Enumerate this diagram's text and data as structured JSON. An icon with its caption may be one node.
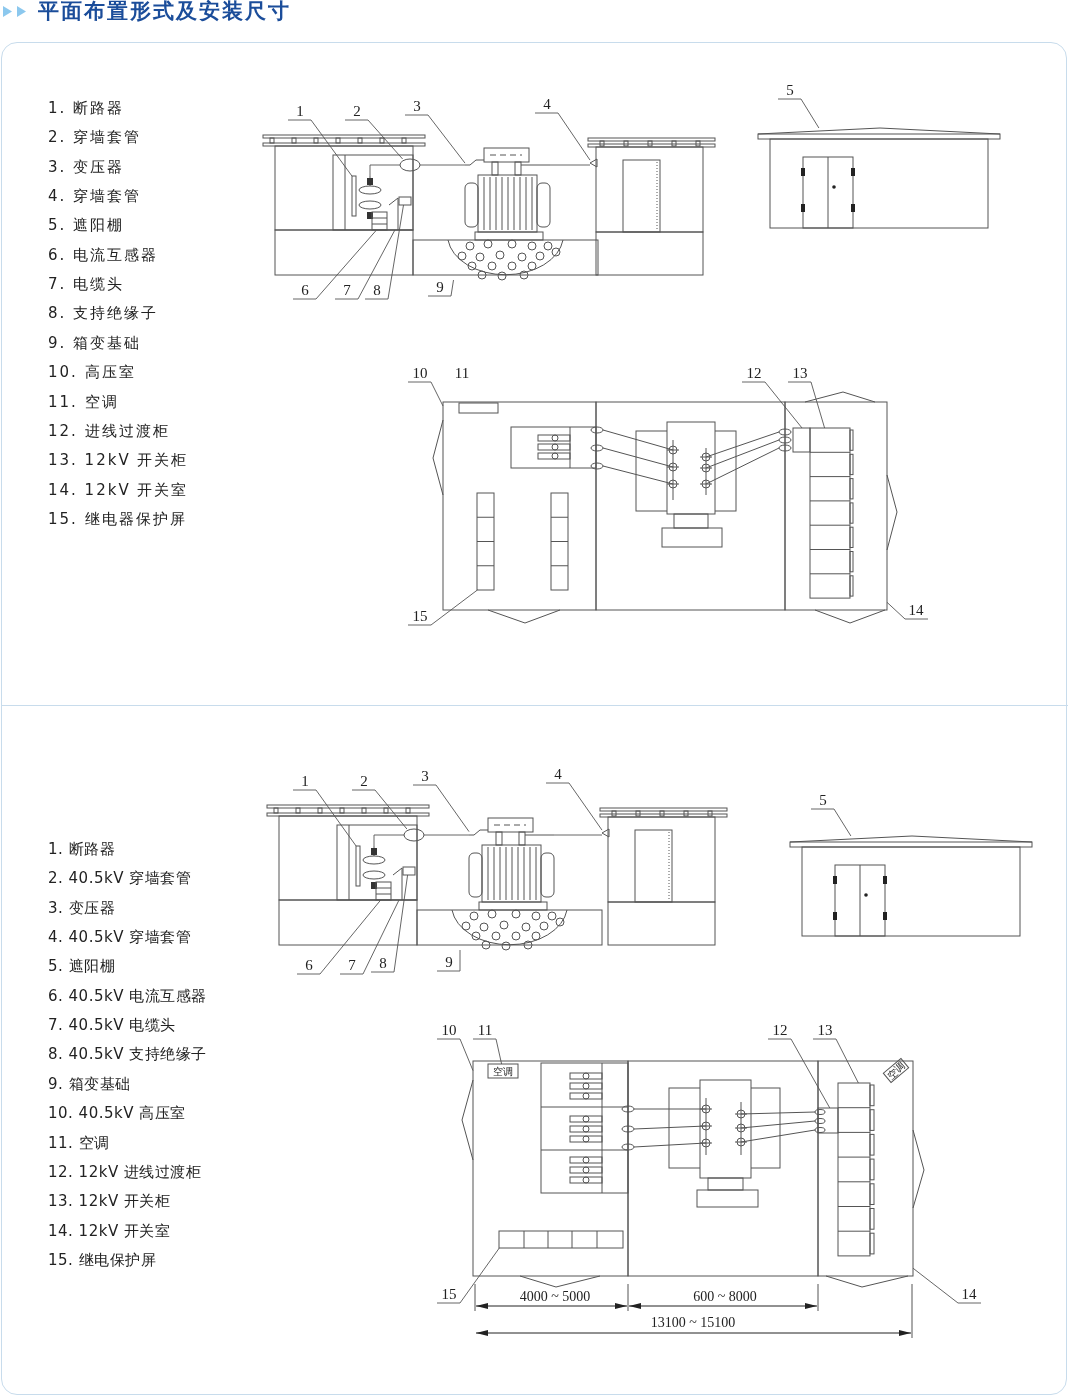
{
  "diagram": {
    "title": "平面布置形式及安装尺寸",
    "nodes": [
      {
        "text": [
          "1"
        ]
      },
      {
        "text": [
          "2"
        ]
      },
      {
        "text": [
          "3"
        ]
      },
      {
        "text": [
          "4"
        ]
      },
      {
        "text": [
          "5"
        ]
      },
      {
        "text": [
          "6"
        ]
      },
      {
        "text": [
          "7"
        ]
      },
      {
        "text": [
          "8"
        ]
      },
      {
        "text": [
          "9"
        ]
      },
      {
        "text": [
          "10"
        ]
      },
      {
        "text": [
          "12"
        ]
      },
      {
        "text": [
          "13"
        ]
      },
      {
        "text": [
          "15"
        ]
      },
      {
        "text": [
          "14"
        ]
      },
      {
        "text": [
          "1"
        ]
      },
      {
        "text": [
          "2"
        ]
      },
      {
        "text": [
          "3"
        ]
      },
      {
        "text": [
          "4"
        ]
      },
      {
        "text": [
          "5"
        ]
      },
      {
        "text": [
          "6"
        ]
      },
      {
        "text": [
          "7"
        ]
      },
      {
        "text": [
          "8"
        ]
      },
      {
        "text": [
          "9"
        ]
      },
      {
        "text": [
          "10"
        ]
      },
      {
        "text": [
          "11"
        ]
      },
      {
        "text": [
          "12"
        ]
      },
      {
        "text": [
          "13"
        ]
      },
      {
        "text": [
          "15"
        ]
      },
      {
        "text": [
          "14"
        ]
      },
      {
        "text": [],
        "shape": "picture"
      },
      {
        "text": [],
        "shape": "circle"
      },
      {
        "text": [],
        "shape": "picture"
      },
      {
        "text": [],
        "shape": "picture"
      },
      {
        "text": [],
        "shape": "picture"
      },
      {
        "text": [],
        "shape": "picture"
      },
      {
        "text": [],
        "shape": "picture"
      },
      {
        "text": [],
        "shape": "box"
      },
      {
        "text": [],
        "shape": "picture"
      },
      {
        "text": [],
        "shape": "box"
      },
      {
        "text": [],
        "shape": "picture",
        "in": 38
      },
      {
        "text": [],
        "shape": "box"
      },
      {
        "text": [],
        "shape": "box",
        "in": 40
      },
      {
        "text": [],
        "shape": "picture",
        "in": 40
      },
      {
        "text": [],
        "shape": "picture"
      },
      {
        "text": [],
        "shape": "circle"
      },
      {
        "text": [],
        "shape": "picture"
      },
      {
        "text": [],
        "shape": "picture"
      },
      {
        "text": [],
        "shape": "picture"
      },
      {
        "text": [],
        "shape": "picture"
      },
      {
        "text": [],
        "shape": "picture"
      },
      {
        "text": [],
        "shape": "box"
      },
      {
        "text": [],
        "shape": "picture"
      },
      {
        "text": [],
        "shape": "box"
      },
      {
        "text": [
          "空调"
        ],
        "in": 52
      },
      {
        "text": [],
        "shape": "picture",
        "in": 52
      },
      {
        "text": [],
        "shape": "box"
      },
      {
        "text": [],
        "shape": "box",
        "in": 55
      },
      {
        "text": [],
        "shape": "picture",
        "in": 55
      }
    ],
    "edges": [
      {
        "from": 0,
        "to": 29,
        "arrow": "none"
      },
      {
        "from": 1,
        "to": 30,
        "arrow": "none"
      },
      {
        "from": 2,
        "to": 31,
        "arrow": "none"
      },
      {
        "from": 3,
        "to": 32,
        "arrow": "none"
      },
      {
        "from": 4,
        "to": 33,
        "arrow": "none"
      },
      {
        "from": 5,
        "to": 34,
        "arrow": "none"
      },
      {
        "from": 6,
        "to": 35,
        "arrow": "none"
      },
      {
        "from": 7,
        "to": 36,
        "arrow": "none"
      },
      {
        "from": 8,
        "to": 37,
        "arrow": "none"
      },
      {
        "from": 9,
        "to": 38,
        "arrow": "none"
      },
      {
        "from": 10,
        "to": 41,
        "arrow": "none"
      },
      {
        "from": 11,
        "to": 42,
        "arrow": "none"
      },
      {
        "from": 12,
        "to": 39,
        "arrow": "none"
      },
      {
        "from": 13,
        "to": 40,
        "arrow": "none"
      },
      {
        "from": 14,
        "to": 43,
        "arrow": "none"
      },
      {
        "from": 15,
        "to": 44,
        "arrow": "none"
      },
      {
        "from": 16,
        "to": 45,
        "arrow": "none"
      },
      {
        "from": 17,
        "to": 46,
        "arrow": "none"
      },
      {
        "from": 18,
        "to": 47,
        "arrow": "none"
      },
      {
        "from": 19,
        "to": 48,
        "arrow": "none"
      },
      {
        "from": 20,
        "to": 49,
        "arrow": "none"
      },
      {
        "from": 21,
        "to": 50,
        "arrow": "none"
      },
      {
        "from": 22,
        "to": 51,
        "arrow": "none"
      },
      {
        "from": 23,
        "to": 52,
        "arrow": "none"
      },
      {
        "from": 24,
        "to": 53,
        "arrow": "none"
      },
      {
        "from": 25,
        "to": 56,
        "arrow": "none"
      },
      {
        "from": 26,
        "to": 57,
        "arrow": "none"
      },
      {
        "from": 27,
        "to": 54,
        "arrow": "none"
      },
      {
        "from": 28,
        "to": 55,
        "arrow": "none"
      },
      {
        "from": 29,
        "to": 30,
        "arrow": "none"
      },
      {
        "from": 30,
        "to": 31,
        "arrow": "none"
      },
      {
        "from": 31,
        "to": 32,
        "arrow": "none"
      },
      {
        "from": 43,
        "to": 44,
        "arrow": "none"
      },
      {
        "from": 44,
        "to": 45,
        "arrow": "none"
      },
      {
        "from": 45,
        "to": 46,
        "arrow": "none"
      }
    ],
    "labels": [
      "1. 断路器",
      "2. 穿墙套管",
      "3. 变压器",
      "4. 穿墙套管",
      "5. 遮阳棚",
      "6. 电流互感器",
      "7. 电缆头",
      "8. 支持绝缘子",
      "9. 箱变基础",
      "10. 高压室",
      "11. 空调",
      "12. 进线过渡柜",
      "13. 12kV 开关柜",
      "14. 12kV 开关室",
      "15. 继电器保护屏",
      "11",
      "1. 断路器",
      "2. 40.5kV 穿墙套管",
      "3. 变压器",
      "4. 40.5kV 穿墙套管",
      "5. 遮阳棚",
      "6. 40.5kV 电流互感器",
      "7. 40.5kV 电缆头",
      "8. 40.5kV 支持绝缘子",
      "9. 箱变基础",
      "10. 40.5kV 高压室",
      "11. 空调",
      "12. 12kV 进线过渡柜",
      "13. 12kV 开关柜",
      "14. 12kV 开关室",
      "15. 继电保护屏",
      "空调",
      "4000 ~ 5000",
      "600 ~ 8000",
      "13100 ~ 15100"
    ]
  }
}
